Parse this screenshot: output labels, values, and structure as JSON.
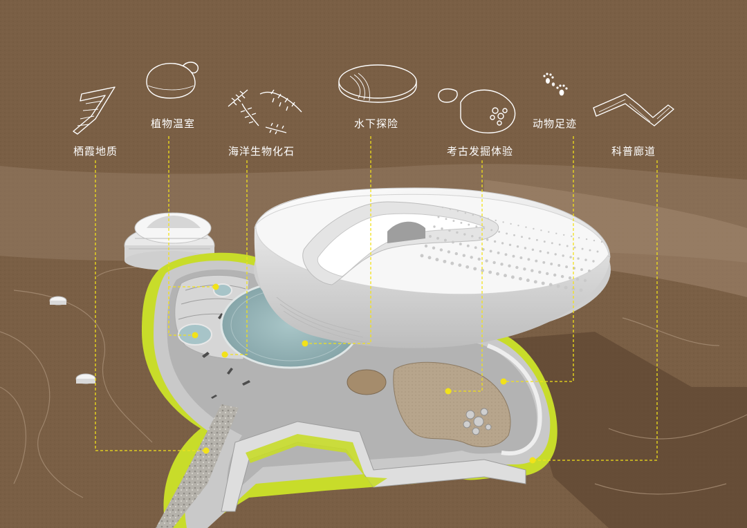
{
  "labels": {
    "qixia_geology": "栖霞地质",
    "plant_greenhouse": "植物温室",
    "marine_fossils": "海洋生物化石",
    "underwater_exploration": "水下探险",
    "archaeology_dig": "考古发掘体验",
    "animal_footprints": "动物足迹",
    "science_corridor": "科普廊道"
  },
  "colors": {
    "ground": "#7a5f45",
    "leader_line": "#f2e21a",
    "green_roof": "#c8dc2a",
    "building": "#f2f2f2",
    "water": "#9ab8bb"
  },
  "icons": {
    "qixia_geology": "rock-layer-icon",
    "plant_greenhouse": "greenhouse-dome-icon",
    "marine_fossils": "fish-skeleton-icon",
    "underwater_exploration": "water-disc-icon",
    "archaeology_dig": "dig-site-icon",
    "animal_footprints": "paw-print-icon",
    "science_corridor": "zigzag-corridor-icon"
  }
}
